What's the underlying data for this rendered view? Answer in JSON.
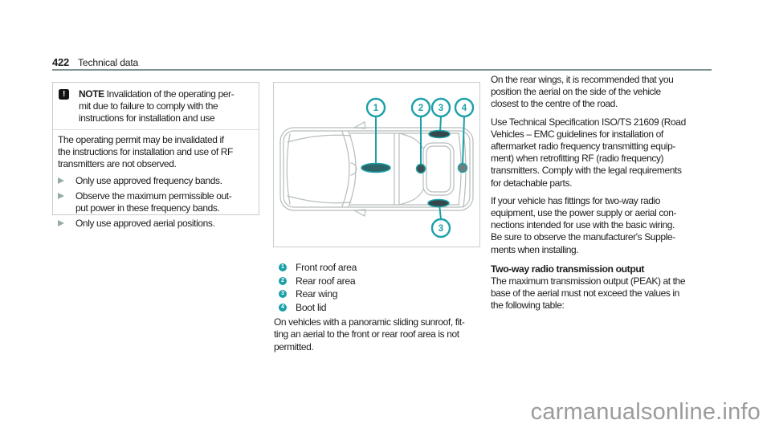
{
  "page": {
    "number": "422",
    "section": "Technical data"
  },
  "note_box": {
    "icon": "note-exclamation-icon",
    "icon_glyph": "!",
    "label": "NOTE",
    "title_lines": [
      "Invalidation of the operating per-",
      "mit due to failure to comply with the",
      "instructions for installation and use"
    ],
    "body_lines": [
      "The operating permit may be invalidated if",
      "the instructions for installation and use of RF",
      "transmitters are not observed."
    ],
    "bullets": [
      {
        "lines": [
          "Only use approved frequency bands."
        ]
      },
      {
        "lines": [
          "Observe the maximum permissible out-",
          "put power in these frequency bands."
        ]
      },
      {
        "lines": [
          "Only use approved aerial positions."
        ]
      }
    ]
  },
  "diagram": {
    "description": "car-top-view-aerial-positions",
    "callouts": [
      "1",
      "2",
      "3",
      "4",
      "3"
    ],
    "legend": [
      {
        "num": "1",
        "label": "Front roof area"
      },
      {
        "num": "2",
        "label": "Rear roof area"
      },
      {
        "num": "3",
        "label": "Rear wing"
      },
      {
        "num": "4",
        "label": "Boot lid"
      }
    ],
    "caption_lines": [
      "On vehicles with a panoramic sliding sunroof, fit-",
      "ting an aerial to the front or rear roof area is not",
      "permitted."
    ]
  },
  "right_column": {
    "p1_lines": [
      "On the rear wings, it is recommended that you",
      "position the aerial on the side of the vehicle",
      "closest to the centre of the road."
    ],
    "p2_lines": [
      "Use Technical Specification ISO/TS 21609 (Road",
      "Vehicles – EMC guidelines for installation of",
      "aftermarket radio frequency transmitting equip-",
      "ment) when retrofitting RF (radio frequency)",
      "transmitters. Comply with the legal requirements",
      "for detachable parts."
    ],
    "p3_lines": [
      "If your vehicle has fittings for two-way radio",
      "equipment, use the power supply or aerial con-",
      "nections intended for use with the basic wiring.",
      "Be sure to observe the manufacturer's Supple-",
      "ments when installing."
    ],
    "heading": "Two-way radio transmission output",
    "p4_lines": [
      "The maximum transmission output (PEAK) at the",
      "base of the aerial must not exceed the values in",
      "the following table:"
    ]
  },
  "watermark": "carmanualsonline.info",
  "colors": {
    "accent_teal": "#1ca0a8",
    "header_rule": "#7f9292",
    "box_border": "#c7cdcd",
    "bullet_gray": "#96aaaa",
    "car_outline": "#b6bcbc",
    "watermark_gray": "#9b9b9b",
    "note_icon_bg": "#141414"
  }
}
